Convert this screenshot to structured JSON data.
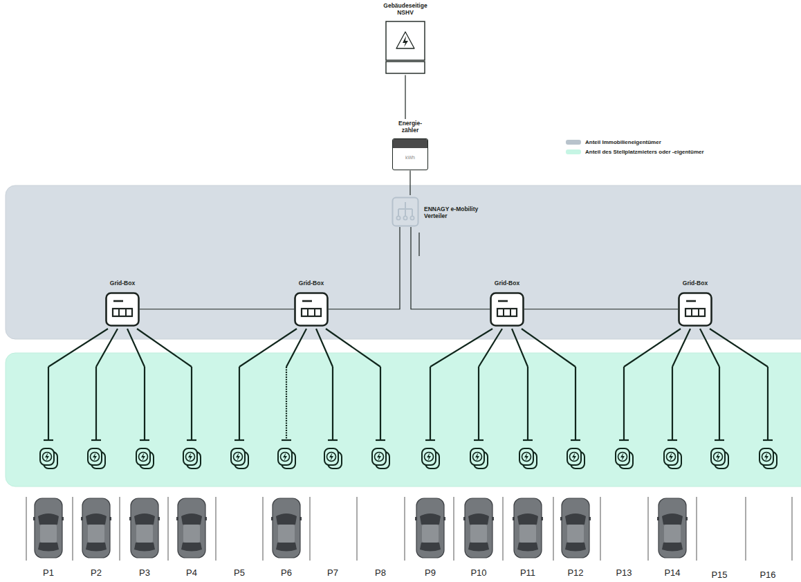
{
  "diagram": {
    "nodes": [
      {
        "text": [
          "Gebäudeseitige NSHV"
        ]
      },
      {
        "text": [
          "Energie- zähler",
          "kWh"
        ]
      },
      {
        "text": [
          "ENNAGY e-Mobility Verteiler"
        ]
      },
      {
        "text": [
          "Grid-Box"
        ]
      },
      {
        "text": [
          "Grid-Box"
        ]
      },
      {
        "text": [
          "Grid-Box"
        ]
      },
      {
        "text": [
          "Grid-Box"
        ]
      }
    ],
    "edges": [
      {
        "from": 0,
        "to": 1,
        "arrow": "none"
      },
      {
        "from": 1,
        "to": 2,
        "arrow": "none"
      },
      {
        "from": 2,
        "to": 4,
        "arrow": "none"
      },
      {
        "from": 4,
        "to": 3,
        "arrow": "none"
      },
      {
        "from": 2,
        "to": 5,
        "arrow": "none"
      },
      {
        "from": 5,
        "to": 6,
        "arrow": "none"
      }
    ],
    "labels": [
      "P1",
      "P2",
      "P3",
      "P4",
      "P5",
      "P6",
      "P7",
      "P8",
      "P9",
      "P10",
      "P11",
      "P12",
      "P13",
      "P14",
      "P15",
      "P16"
    ],
    "legend": [
      {
        "text": "Anteil Immobilieneigentümer",
        "color": "#b8c3cc"
      },
      {
        "text": "Anteil des Stellplatzmieters oder -eigentümer",
        "color": "#c6f5e4"
      }
    ]
  }
}
